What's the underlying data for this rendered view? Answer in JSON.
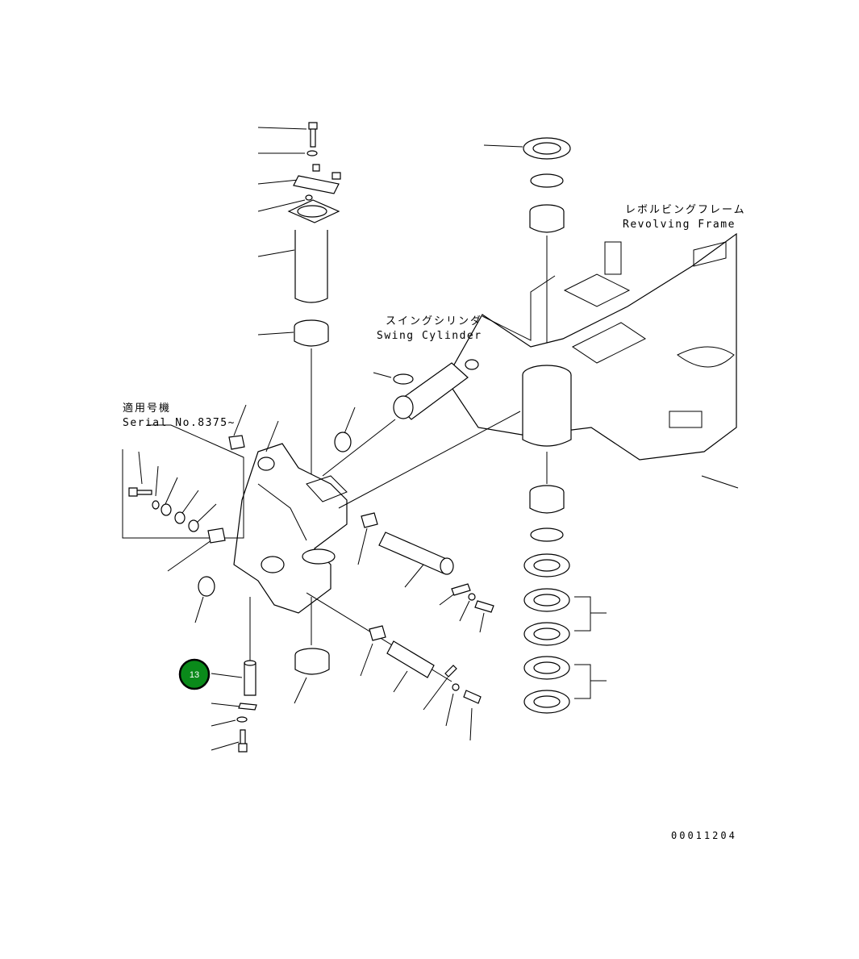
{
  "labels": {
    "revolving_frame_jp": "レボルビングフレーム",
    "revolving_frame_en": "Revolving Frame",
    "swing_cylinder_jp": "スイングシリンダ",
    "swing_cylinder_en": "Swing Cylinder",
    "serial_jp": "適用号機",
    "serial_en": "Serial No.8375~"
  },
  "callout": {
    "number": "13",
    "color": "#0a8a1a"
  },
  "drawing_code": "00011204"
}
